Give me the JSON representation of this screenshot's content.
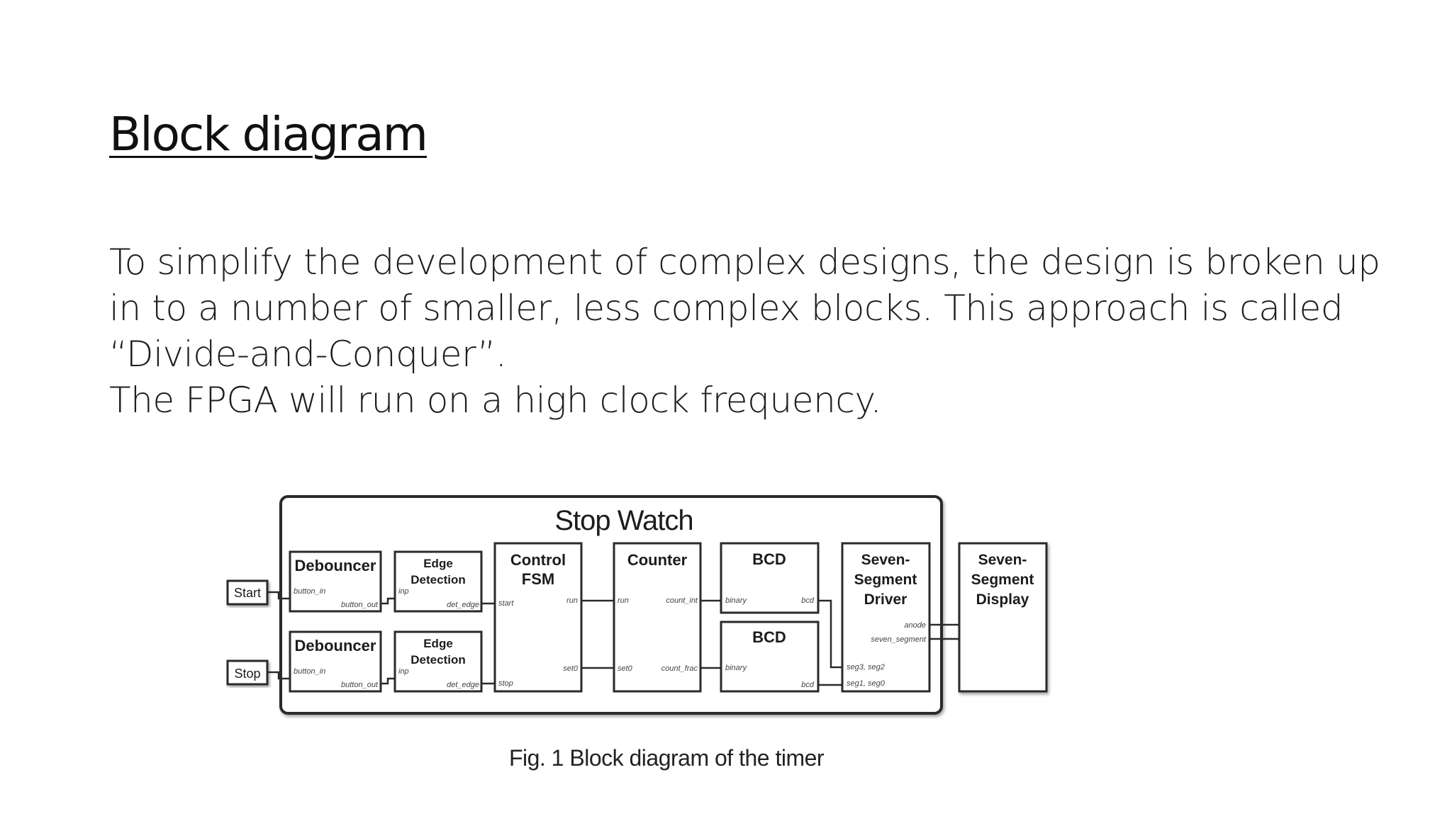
{
  "slide": {
    "title": "Block diagram",
    "body_paragraphs": [
      "To simplify the development of complex designs, the design is broken up in to a number of smaller, less complex blocks. This approach is called “Divide-and-Conquer”.",
      "The FPGA will run on a high clock frequency."
    ]
  },
  "diagram": {
    "container_label": "Stop Watch",
    "inputs": {
      "start": "Start",
      "stop": "Stop"
    },
    "blocks": {
      "debouncer_top": {
        "name": [
          "Debouncer"
        ],
        "ports": [
          "button_in",
          "button_out"
        ]
      },
      "debouncer_bottom": {
        "name": [
          "Debouncer"
        ],
        "ports": [
          "button_in",
          "button_out"
        ]
      },
      "edge_top": {
        "name": [
          "Edge",
          "Detection"
        ],
        "ports": [
          "inp",
          "det_edge"
        ]
      },
      "edge_bottom": {
        "name": [
          "Edge",
          "Detection"
        ],
        "ports": [
          "inp",
          "det_edge"
        ]
      },
      "control_fsm": {
        "name": [
          "Control",
          "FSM"
        ],
        "ports": [
          "start",
          "run",
          "stop",
          "set0"
        ]
      },
      "counter": {
        "name": [
          "Counter"
        ],
        "ports": [
          "run",
          "count_int",
          "set0",
          "count_frac"
        ]
      },
      "bcd_top": {
        "name": [
          "BCD"
        ],
        "ports": [
          "binary",
          "bcd"
        ]
      },
      "bcd_bottom": {
        "name": [
          "BCD"
        ],
        "ports": [
          "binary",
          "bcd"
        ]
      },
      "seven_seg_driver": {
        "name": [
          "Seven-",
          "Segment",
          "Driver"
        ],
        "ports": [
          "anode",
          "seven_segment",
          "seg3, seg2",
          "seg1, seg0"
        ]
      },
      "seven_seg_display": {
        "name": [
          "Seven-",
          "Segment",
          "Display"
        ]
      }
    },
    "caption": "Fig. 1 Block diagram of the timer"
  }
}
